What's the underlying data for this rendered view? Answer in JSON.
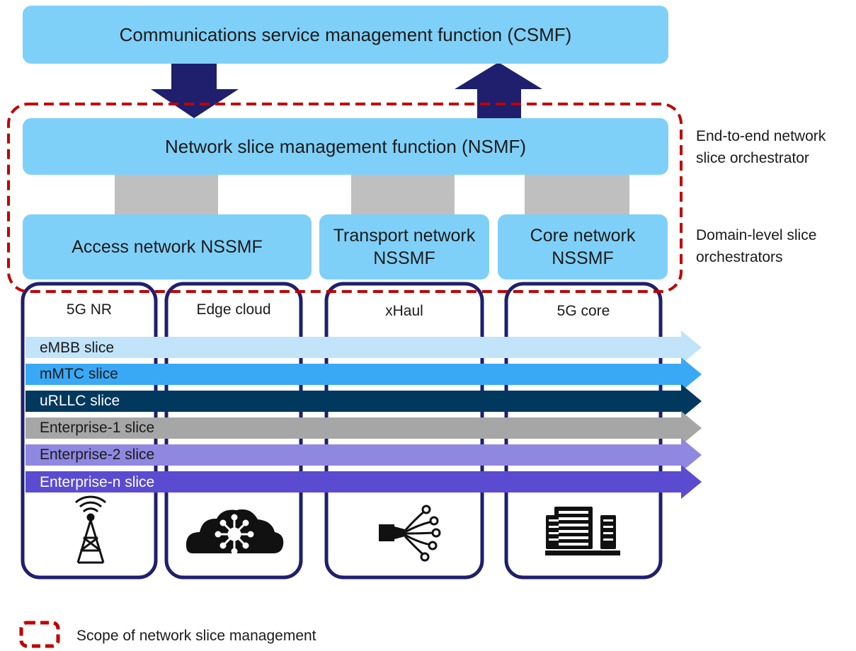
{
  "csmf": {
    "label": "Communications service management function (CSMF)"
  },
  "nsmf": {
    "label": "Network slice management function (NSMF)"
  },
  "nssmf": {
    "access": {
      "label": "Access network NSSMF"
    },
    "transport": {
      "label_line1": "Transport network",
      "label_line2": "NSSMF"
    },
    "core": {
      "label_line1": "Core network",
      "label_line2": "NSSMF"
    }
  },
  "side_labels": {
    "e2e_line1": "End-to-end network",
    "e2e_line2": "slice orchestrator",
    "domain_line1": "Domain-level slice",
    "domain_line2": "orchestrators"
  },
  "domains": [
    {
      "title": "5G NR",
      "icon": "antenna-tower-icon"
    },
    {
      "title": "Edge cloud",
      "icon": "cloud-network-icon"
    },
    {
      "title": "xHaul",
      "icon": "fiber-split-icon"
    },
    {
      "title": "5G core",
      "icon": "server-rack-icon"
    }
  ],
  "slices": [
    {
      "label": "eMBB slice",
      "color": "#c2e4fa",
      "text_color": "#1a1a1a"
    },
    {
      "label": "mMTC slice",
      "color": "#3aa9f5",
      "text_color": "#1a1a1a"
    },
    {
      "label": "uRLLC slice",
      "color": "#00385e",
      "text_color": "#ffffff"
    },
    {
      "label": "Enterprise-1 slice",
      "color": "#a6a6a6",
      "text_color": "#1a1a1a"
    },
    {
      "label": "Enterprise-2 slice",
      "color": "#8f88e1",
      "text_color": "#1a1a1a"
    },
    {
      "label": "Enterprise-n slice",
      "color": "#5a4bd0",
      "text_color": "#ffffff"
    }
  ],
  "legend": {
    "label": "Scope of network slice management"
  },
  "colors": {
    "box_fill": "#7fd0f8",
    "arrow_dark": "#1f1f6e",
    "scope_border": "#c00000",
    "connector": "#bfbfbf",
    "column_border": "#1f1f6e"
  }
}
